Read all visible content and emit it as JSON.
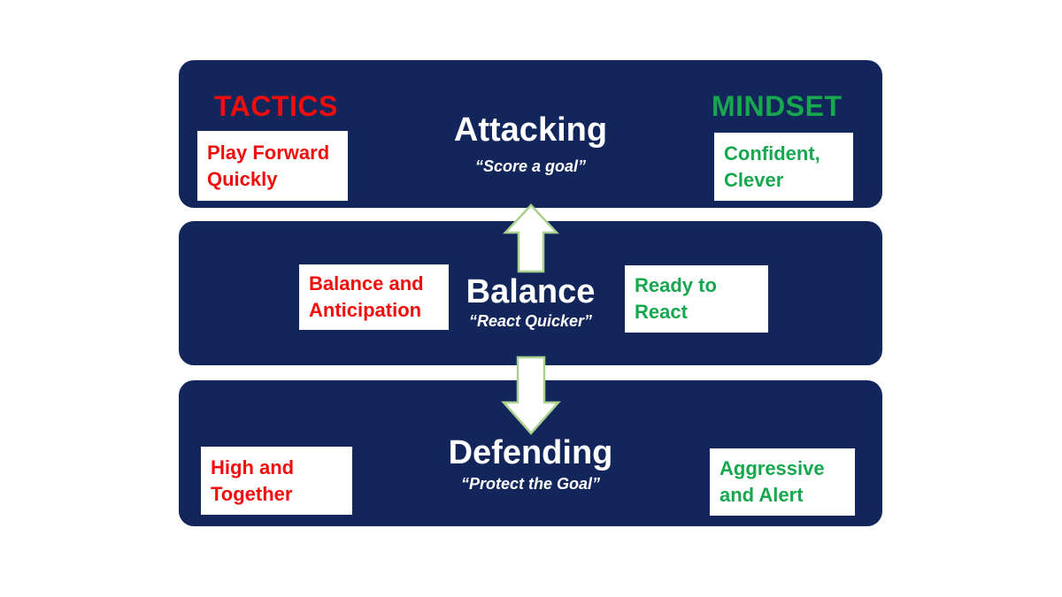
{
  "colors": {
    "panel_navy": "#13265c",
    "tactics_red": "#f20d0d",
    "mindset_green": "#17a74f",
    "arrow_fill": "#ffffff",
    "arrow_border": "#a9d18e",
    "box_background": "#ffffff"
  },
  "headers": {
    "tactics": "TACTICS",
    "mindset": "MINDSET"
  },
  "panels": [
    {
      "id": "attacking",
      "title": "Attacking",
      "subtitle": "“Score a goal”",
      "tactic": "Play Forward Quickly",
      "mindset": "Confident, Clever"
    },
    {
      "id": "balance",
      "title": "Balance",
      "subtitle": "“React Quicker”",
      "tactic": "Balance and Anticipation",
      "mindset": "Ready to React"
    },
    {
      "id": "defending",
      "title": "Defending",
      "subtitle": "“Protect the Goal”",
      "tactic": "High and Together",
      "mindset": "Aggressive and Alert"
    }
  ],
  "arrows": [
    {
      "name": "up-arrow",
      "direction": "up"
    },
    {
      "name": "down-arrow",
      "direction": "down"
    }
  ]
}
